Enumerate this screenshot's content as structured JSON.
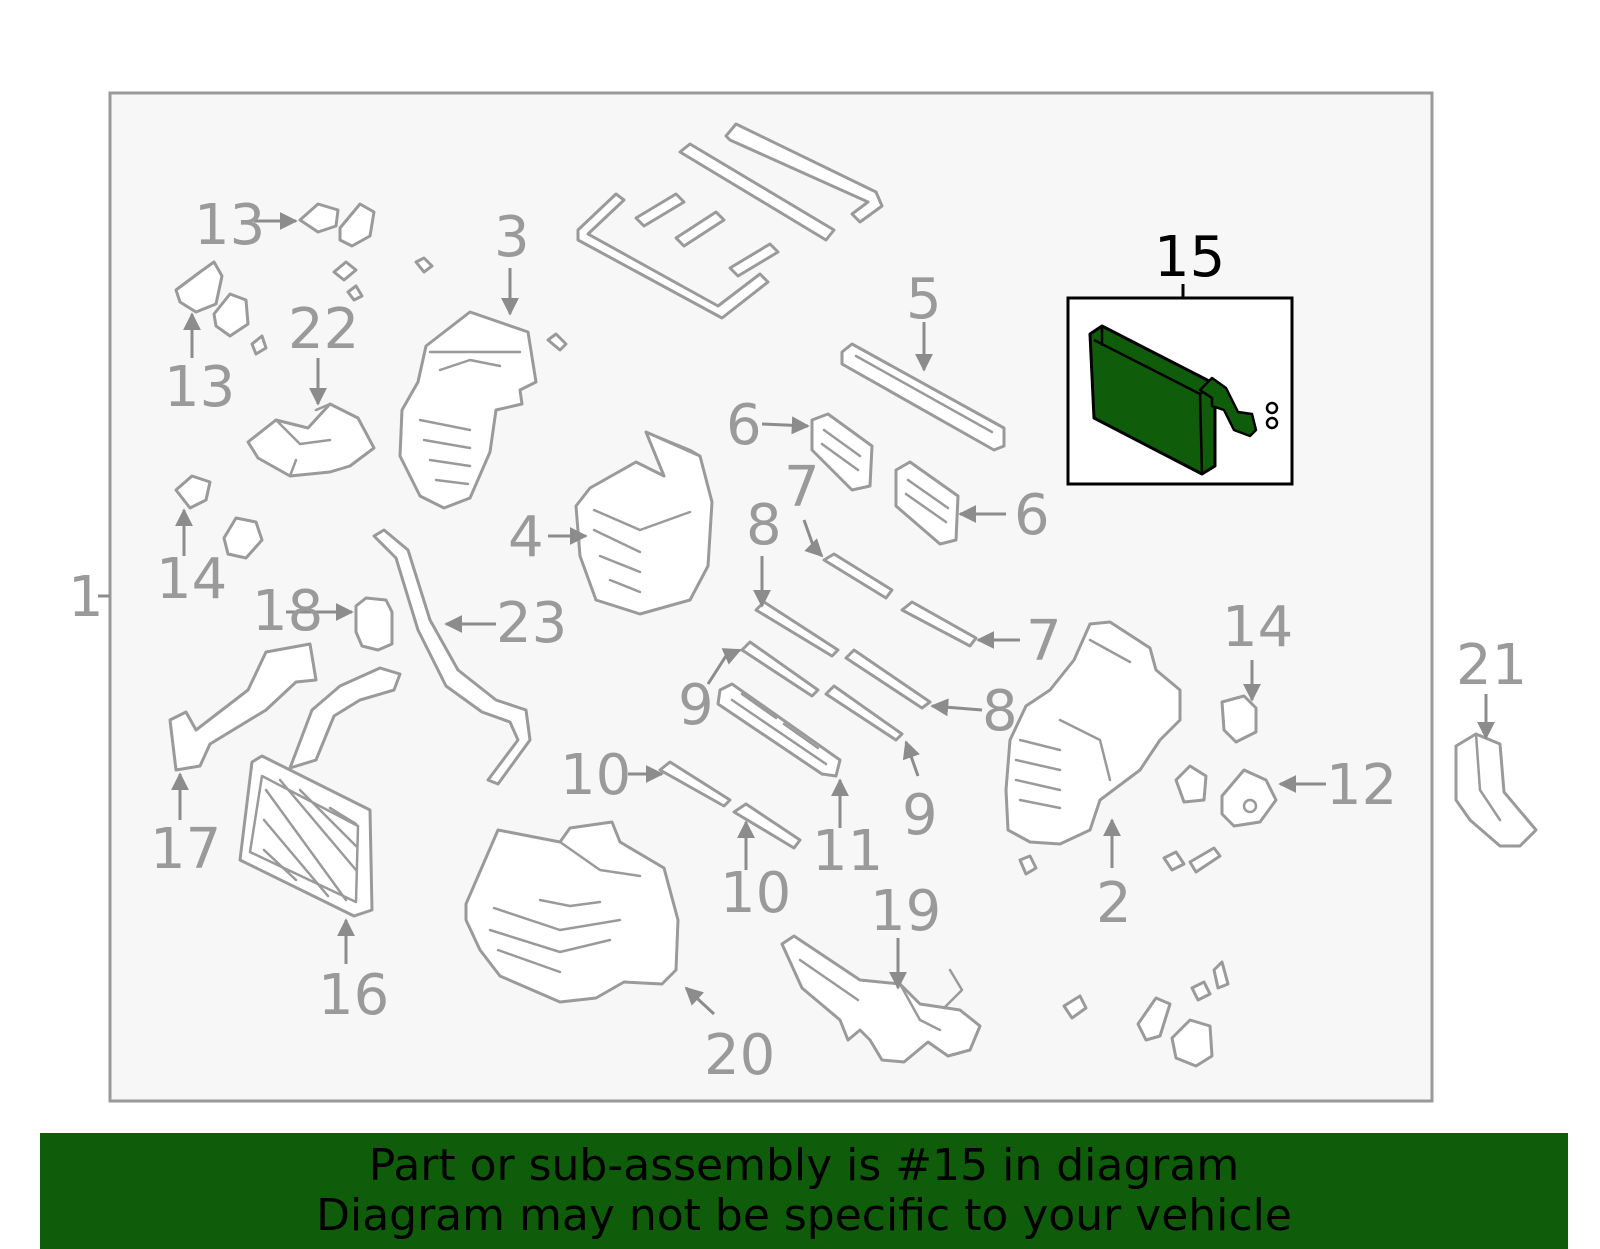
{
  "diagram": {
    "highlighted_part": "15",
    "callouts": [
      "1",
      "2",
      "3",
      "4",
      "5",
      "6",
      "6",
      "7",
      "7",
      "8",
      "8",
      "9",
      "9",
      "10",
      "10",
      "11",
      "12",
      "13",
      "13",
      "14",
      "14",
      "15",
      "16",
      "17",
      "18",
      "19",
      "20",
      "21",
      "22",
      "23"
    ]
  },
  "banner": {
    "line1": "Part or sub-assembly is #15 in diagram",
    "line2": "Diagram may not be specific to your vehicle"
  },
  "colors": {
    "banner_bg": "#0f5c0a",
    "highlight_fill": "#0f5c0a",
    "panel_bg": "#f7f7f7",
    "line_gray": "#9a9a9a"
  }
}
